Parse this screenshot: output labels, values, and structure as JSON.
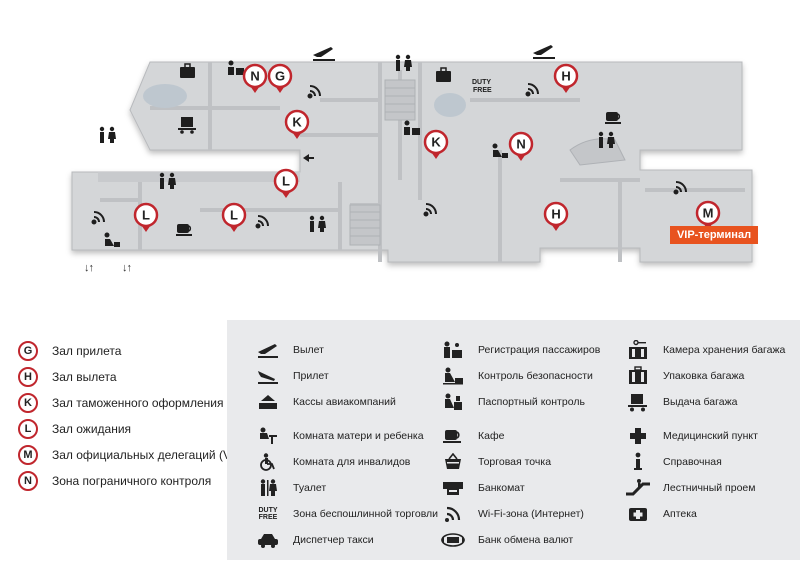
{
  "map": {
    "pins": [
      {
        "letter": "N",
        "name": "pin-border-control"
      },
      {
        "letter": "G",
        "name": "pin-arrival-hall"
      },
      {
        "letter": "H",
        "name": "pin-departure-hall"
      },
      {
        "letter": "K",
        "name": "pin-customs"
      },
      {
        "letter": "K",
        "name": "pin-customs"
      },
      {
        "letter": "N",
        "name": "pin-border-control"
      },
      {
        "letter": "L",
        "name": "pin-waiting-hall"
      },
      {
        "letter": "L",
        "name": "pin-waiting-hall"
      },
      {
        "letter": "L",
        "name": "pin-waiting-hall"
      },
      {
        "letter": "H",
        "name": "pin-departure-hall"
      },
      {
        "letter": "M",
        "name": "pin-vip-hall"
      }
    ],
    "vip_label": "VIP-терминал",
    "duty_free_top": "DUTY",
    "duty_free_bottom": "FREE",
    "stair_arrows_1": "↓↑",
    "stair_arrows_2": "↓↑",
    "accent_color": "#c0262d",
    "vip_color": "#e8531f"
  },
  "zones": [
    {
      "letter": "G",
      "label": "Зал прилета"
    },
    {
      "letter": "H",
      "label": "Зал вылета"
    },
    {
      "letter": "K",
      "label": "Зал таможенного оформления"
    },
    {
      "letter": "L",
      "label": "Зал ожидания"
    },
    {
      "letter": "M",
      "label": "Зал официальных делегаций (VIP)"
    },
    {
      "letter": "N",
      "label": "Зона пограничного контроля"
    }
  ],
  "legend": {
    "col1": [
      {
        "icon": "departure-plane-icon",
        "label": "Вылет"
      },
      {
        "icon": "arrival-plane-icon",
        "label": "Прилет"
      },
      {
        "icon": "airline-desk-icon",
        "label": "Кассы авиакомпаний"
      },
      {
        "icon": "mother-child-icon",
        "label": "Комната матери и ребенка"
      },
      {
        "icon": "wheelchair-icon",
        "label": "Комната для инвалидов"
      },
      {
        "icon": "toilet-icon",
        "label": "Туалет"
      },
      {
        "icon": "duty-free-icon",
        "label": "Зона беспошлинной торговли"
      },
      {
        "icon": "taxi-icon",
        "label": "Диспетчер такси"
      }
    ],
    "col2": [
      {
        "icon": "check-in-icon",
        "label": "Регистрация пассажиров"
      },
      {
        "icon": "security-check-icon",
        "label": "Контроль безопасности"
      },
      {
        "icon": "passport-control-icon",
        "label": "Паспортный контроль"
      },
      {
        "icon": "cafe-icon",
        "label": "Кафе"
      },
      {
        "icon": "shop-icon",
        "label": "Торговая точка"
      },
      {
        "icon": "atm-icon",
        "label": "Банкомат"
      },
      {
        "icon": "wifi-icon",
        "label": "Wi-Fi-зона (Интернет)"
      },
      {
        "icon": "currency-exchange-icon",
        "label": "Банк обмена валют"
      }
    ],
    "col3": [
      {
        "icon": "luggage-storage-icon",
        "label": "Камера хранения багажа"
      },
      {
        "icon": "luggage-wrap-icon",
        "label": "Упаковка багажа"
      },
      {
        "icon": "baggage-claim-icon",
        "label": "Выдача багажа"
      },
      {
        "icon": "medical-cross-icon",
        "label": "Медицинский пункт"
      },
      {
        "icon": "info-icon",
        "label": "Справочная"
      },
      {
        "icon": "escalator-icon",
        "label": "Лестничный проем"
      },
      {
        "icon": "pharmacy-icon",
        "label": "Аптека"
      }
    ]
  }
}
